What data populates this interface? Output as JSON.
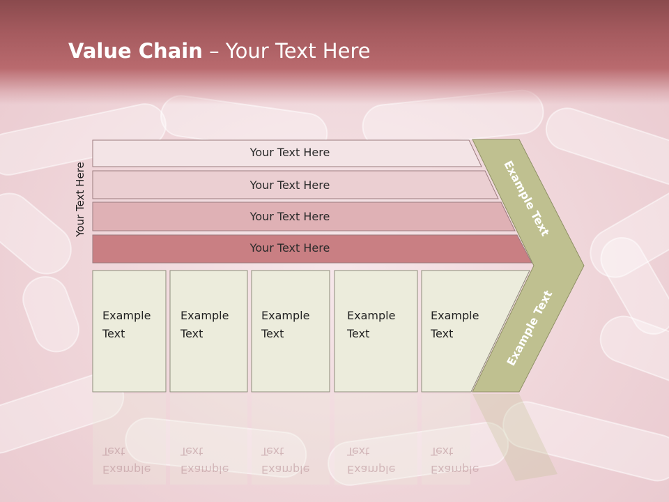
{
  "slide": {
    "title_bold": "Value Chain",
    "title_rest": " – Your Text Here",
    "side_label": "Your Text Here"
  },
  "bars": [
    {
      "label": "Your Text Here"
    },
    {
      "label": "Your Text Here"
    },
    {
      "label": "Your Text Here"
    },
    {
      "label": "Your Text Here"
    }
  ],
  "cells": [
    {
      "label": "Example\nText"
    },
    {
      "label": "Example\nText"
    },
    {
      "label": "Example\nText"
    },
    {
      "label": "Example\nText"
    },
    {
      "label": "Example\nText"
    }
  ],
  "chevron": {
    "upper_label": "Example Text",
    "lower_label": "Example Text"
  },
  "colors": {
    "header": "#a45a5e",
    "bar1": "#f3e4e6",
    "bar2": "#ebcfd2",
    "bar3": "#dfb1b5",
    "bar4": "#c97f83",
    "cell": "#ececdc",
    "chevron": "#bfc090"
  }
}
